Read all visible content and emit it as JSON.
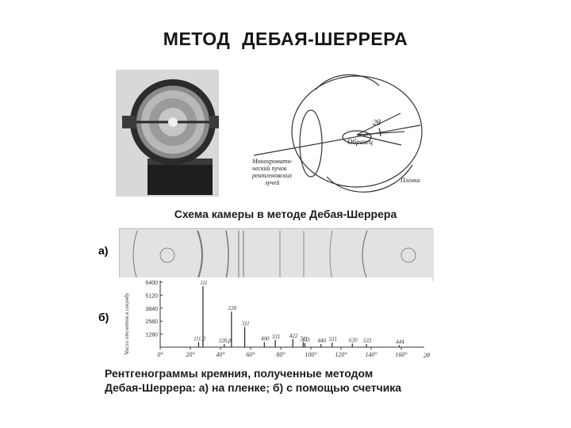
{
  "title": "МЕТОД  ДЕБАЯ-ШЕРРЕРА",
  "camera_caption": "Схема камеры в методе Дебая-Шеррера",
  "label_a": "а)",
  "label_b": "б)",
  "bottom_caption": {
    "line1": "Рентгенограммы кремния, полученные методом",
    "line2": "Дебая-Шеррера: а) на пленке; б) с помощью счетчика"
  },
  "diagram": {
    "two_theta": "2θ",
    "sample": "Образец",
    "film": "Пленка",
    "beam_line1": "Монохромати-",
    "beam_line2": "ческий пучок",
    "beam_line3": "рентгеновских",
    "beam_line4": "лучей"
  },
  "chart_data": {
    "type": "line",
    "title": "",
    "xlabel": "2θ",
    "ylabel": "Число отсчетов в секунду",
    "xlim": [
      0,
      170
    ],
    "ylim": [
      0,
      6400
    ],
    "x_ticks": [
      "0°",
      "20°",
      "40°",
      "60°",
      "80°",
      "100°",
      "120°",
      "140°",
      "160°"
    ],
    "y_ticks": [
      "6400",
      "5120",
      "3840",
      "2560",
      "1280"
    ],
    "peaks": [
      {
        "label": "111",
        "x": 28.4,
        "y": 6000
      },
      {
        "label": "111,β",
        "x": 25.5,
        "y": 500
      },
      {
        "label": "220",
        "x": 47.3,
        "y": 3500
      },
      {
        "label": "220,β",
        "x": 42.5,
        "y": 300
      },
      {
        "label": "311",
        "x": 56.1,
        "y": 2000
      },
      {
        "label": "400",
        "x": 69.1,
        "y": 500
      },
      {
        "label": "331",
        "x": 76.4,
        "y": 700
      },
      {
        "label": "422",
        "x": 88.0,
        "y": 800
      },
      {
        "label": "511",
        "x": 94.9,
        "y": 500
      },
      {
        "label": "333",
        "x": 96.0,
        "y": 400
      },
      {
        "label": "440",
        "x": 106.7,
        "y": 300
      },
      {
        "label": "531",
        "x": 114.1,
        "y": 450
      },
      {
        "label": "620",
        "x": 127.5,
        "y": 350
      },
      {
        "label": "533",
        "x": 136.9,
        "y": 300
      },
      {
        "label": "444",
        "x": 158.6,
        "y": 200
      }
    ]
  }
}
